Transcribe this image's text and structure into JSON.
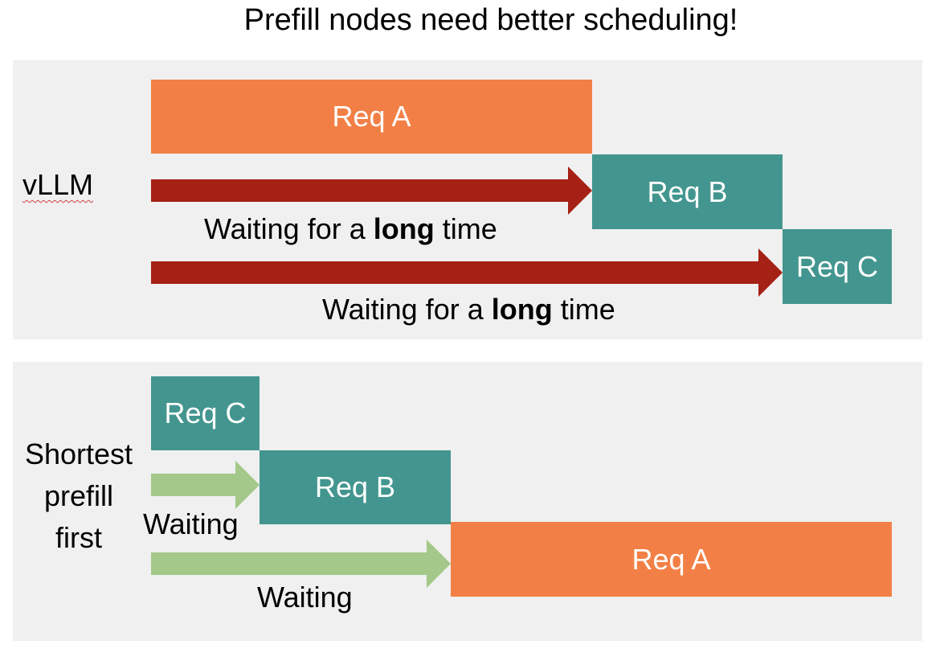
{
  "title": "Prefill nodes need better scheduling!",
  "top_panel": {
    "label": "vLLM",
    "req_a": "Req A",
    "req_b": "Req B",
    "req_c": "Req C",
    "wait_1": {
      "pre": "Waiting for a ",
      "bold": "long",
      "post": " time"
    },
    "wait_2": {
      "pre": "Waiting for a ",
      "bold": "long",
      "post": " time"
    }
  },
  "bottom_panel": {
    "label_lines": [
      "Shortest",
      "prefill",
      "first"
    ],
    "req_c": "Req C",
    "req_b": "Req B",
    "req_a": "Req A",
    "wait_1": "Waiting",
    "wait_2": "Waiting"
  },
  "colors": {
    "long_request": "#f28046",
    "short_request": "#43968f",
    "long_wait_arrow": "#a52015",
    "short_wait_arrow": "#a4c889",
    "panel_background": "#f0f0f0"
  }
}
